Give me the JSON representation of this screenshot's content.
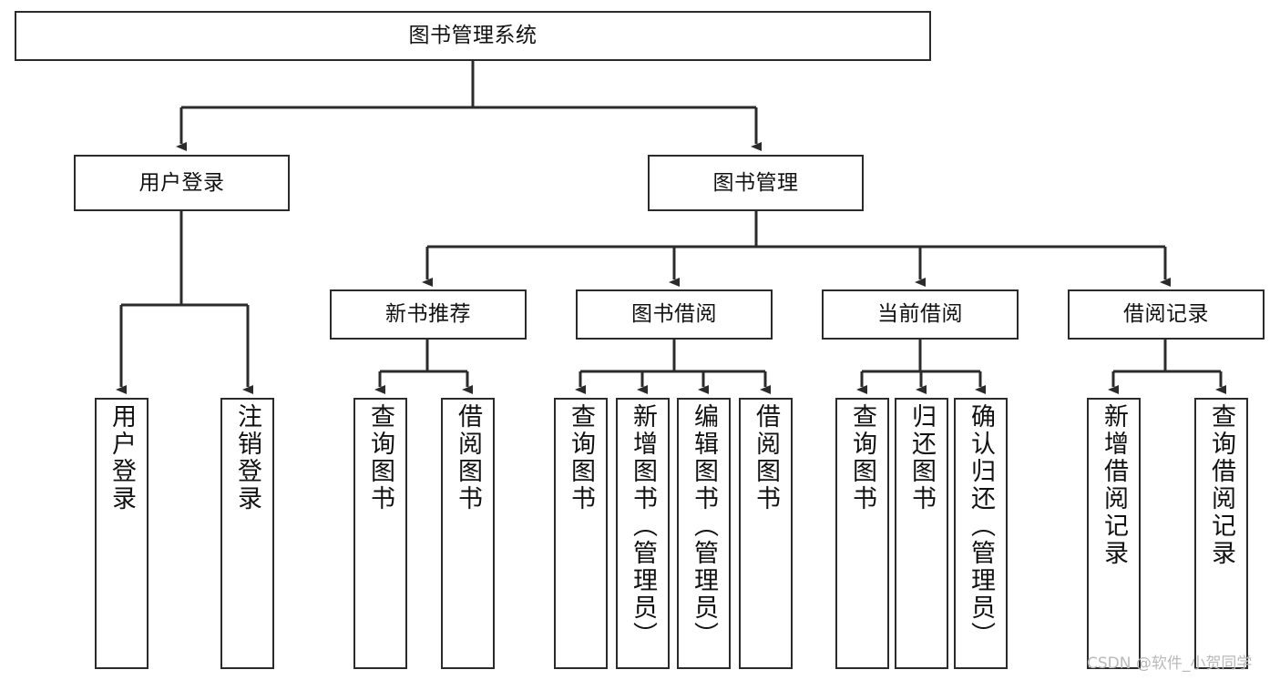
{
  "diagram": {
    "type": "tree-hierarchy",
    "title": "图书管理系统",
    "watermark": "CSDN @软件_小贺同学",
    "colors": {
      "stroke": "#2b2b2b",
      "fill": "#ffffff",
      "text": "#111111",
      "watermark": "#b9b9b9"
    },
    "levels": [
      {
        "level": 0,
        "nodes": [
          {
            "id": "root",
            "label": "图书管理系统",
            "orientation": "horizontal"
          }
        ]
      },
      {
        "level": 1,
        "nodes": [
          {
            "id": "user-login",
            "label": "用户登录",
            "orientation": "horizontal"
          },
          {
            "id": "book-manage",
            "label": "图书管理",
            "orientation": "horizontal"
          }
        ]
      },
      {
        "level": 2,
        "nodes": [
          {
            "id": "new-book-rec",
            "label": "新书推荐",
            "orientation": "horizontal"
          },
          {
            "id": "book-borrow",
            "label": "图书借阅",
            "orientation": "horizontal"
          },
          {
            "id": "current-borrow",
            "label": "当前借阅",
            "orientation": "horizontal"
          },
          {
            "id": "borrow-record",
            "label": "借阅记录",
            "orientation": "horizontal"
          }
        ]
      },
      {
        "level": 3,
        "nodes": [
          {
            "id": "leaf-user-login",
            "label": "用户登录",
            "orientation": "vertical",
            "parent": "user-login"
          },
          {
            "id": "leaf-logout",
            "label": "注销登录",
            "orientation": "vertical",
            "parent": "user-login"
          },
          {
            "id": "leaf-query-book-1",
            "label": "查询图书",
            "orientation": "vertical",
            "parent": "new-book-rec"
          },
          {
            "id": "leaf-borrow-book-1",
            "label": "借阅图书",
            "orientation": "vertical",
            "parent": "new-book-rec"
          },
          {
            "id": "leaf-query-book-2",
            "label": "查询图书",
            "orientation": "vertical",
            "parent": "book-borrow"
          },
          {
            "id": "leaf-add-book",
            "label": "新增图书（管理员）",
            "orientation": "vertical",
            "parent": "book-borrow"
          },
          {
            "id": "leaf-edit-book",
            "label": "编辑图书（管理员）",
            "orientation": "vertical",
            "parent": "book-borrow"
          },
          {
            "id": "leaf-borrow-book-2",
            "label": "借阅图书",
            "orientation": "vertical",
            "parent": "book-borrow"
          },
          {
            "id": "leaf-query-book-3",
            "label": "查询图书",
            "orientation": "vertical",
            "parent": "current-borrow"
          },
          {
            "id": "leaf-return-book",
            "label": "归还图书",
            "orientation": "vertical",
            "parent": "current-borrow"
          },
          {
            "id": "leaf-confirm-return",
            "label": "确认归还（管理员）",
            "orientation": "vertical",
            "parent": "current-borrow"
          },
          {
            "id": "leaf-add-record",
            "label": "新增借阅记录",
            "orientation": "vertical",
            "parent": "borrow-record"
          },
          {
            "id": "leaf-query-record",
            "label": "查询借阅记录",
            "orientation": "vertical",
            "parent": "borrow-record"
          }
        ]
      }
    ]
  }
}
